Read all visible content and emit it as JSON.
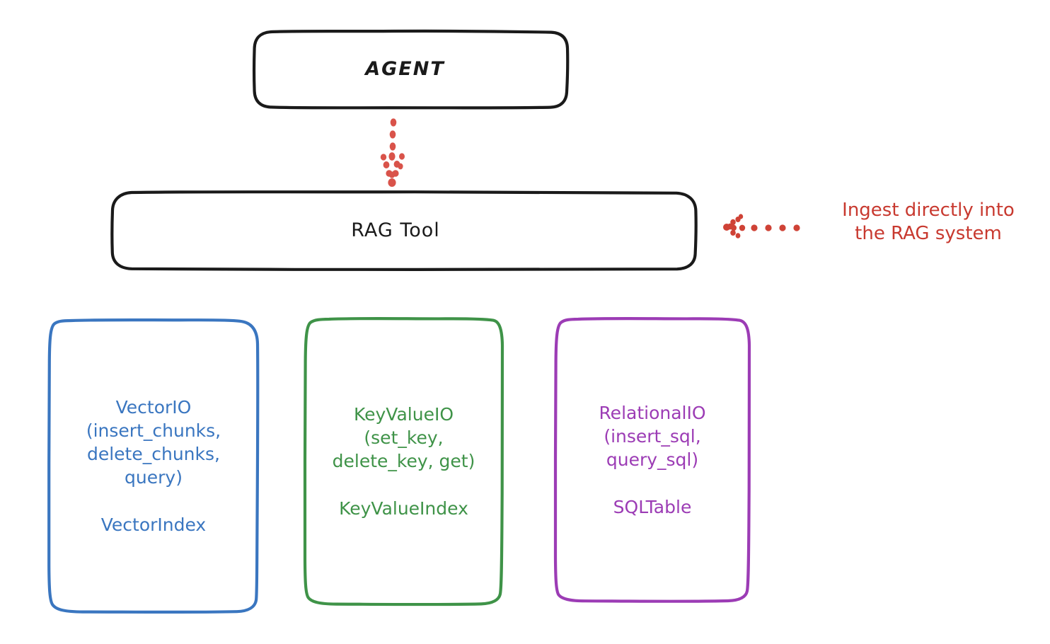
{
  "diagram": {
    "title_node": {
      "label": "AGENT"
    },
    "tool_node": {
      "label": "RAG Tool"
    },
    "annotation": {
      "text": "Ingest directly into\nthe RAG system",
      "color": "#c8392f"
    },
    "stores": [
      {
        "id": "vector",
        "api": "VectorIO\n(insert_chunks,\ndelete_chunks,\nquery)",
        "index": "VectorIndex",
        "color": "#3a76c0"
      },
      {
        "id": "keyvalue",
        "api": "KeyValueIO\n(set_key,\ndelete_key, get)",
        "index": "KeyValueIndex",
        "color": "#3f9348"
      },
      {
        "id": "relational",
        "api": "RelationalIO\n(insert_sql,\nquery_sql)",
        "index": "SQLTable",
        "color": "#9c3cb5"
      }
    ],
    "edges": {
      "agent_to_ragtool": "dotted-arrow-down",
      "annotation_to_ragtool": "dotted-arrow-left"
    },
    "colors": {
      "outline": "#1a1a1a",
      "accent_red": "#d9534a",
      "background": "#ffffff"
    }
  }
}
